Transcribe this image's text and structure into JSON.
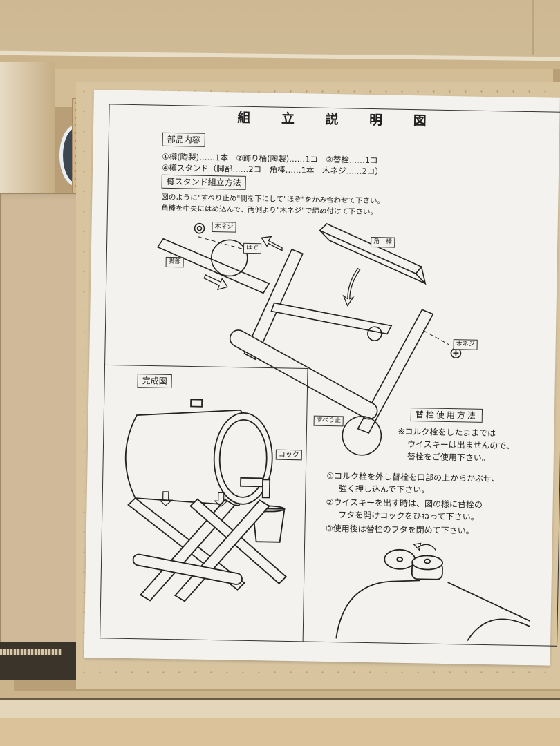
{
  "sheet": {
    "title": "組 立 説 明 図",
    "parts_section": {
      "heading": "部品内容",
      "line1": "①樽(陶製)……1本　②飾り桶(陶製)……1コ　③替栓……1コ",
      "line2": "④樽スタンド（脚部……2コ　角棒……1本　木ネジ……2コ）"
    },
    "assembly_section": {
      "heading": "樽スタンド組立方法",
      "line1": "図のように\"すべり止め\"側を下にして\"ほぞ\"をかみ合わせて下さい。",
      "line2": "角棒を中央にはめ込んで、両側より\"木ネジ\"で締め付けて下さい。"
    },
    "diagram_labels": {
      "wood_screw_left": "木ネジ",
      "tenon": "ほぞ",
      "leg": "脚部",
      "square_bar": "角　棒",
      "wood_screw_right": "木ネジ",
      "anti_slip": "すべり止"
    },
    "completed_section": {
      "heading": "完成図",
      "cock_label": "コック"
    },
    "stopper_section": {
      "heading": "替栓使用方法",
      "note_line1": "※コルク栓をしたままでは",
      "note_line2": "ウイスキーは出ませんので、",
      "note_line3": "替栓をご使用下さい。",
      "step1_line1": "①コルク栓を外し替栓を口部の上からかぶせ、",
      "step1_line2": "強く押し込んで下さい。",
      "step2_line1": "②ウイスキーを出す時は、図の様に替栓の",
      "step2_line2": "フタを開けコックをひねって下さい。",
      "step3": "③使用後は替栓のフタを閉めて下さい。"
    }
  },
  "colors": {
    "paper": "#f4f2ee",
    "ink": "#222222",
    "cardboard": "#cbb48c",
    "floor": "#d9c7a4"
  }
}
